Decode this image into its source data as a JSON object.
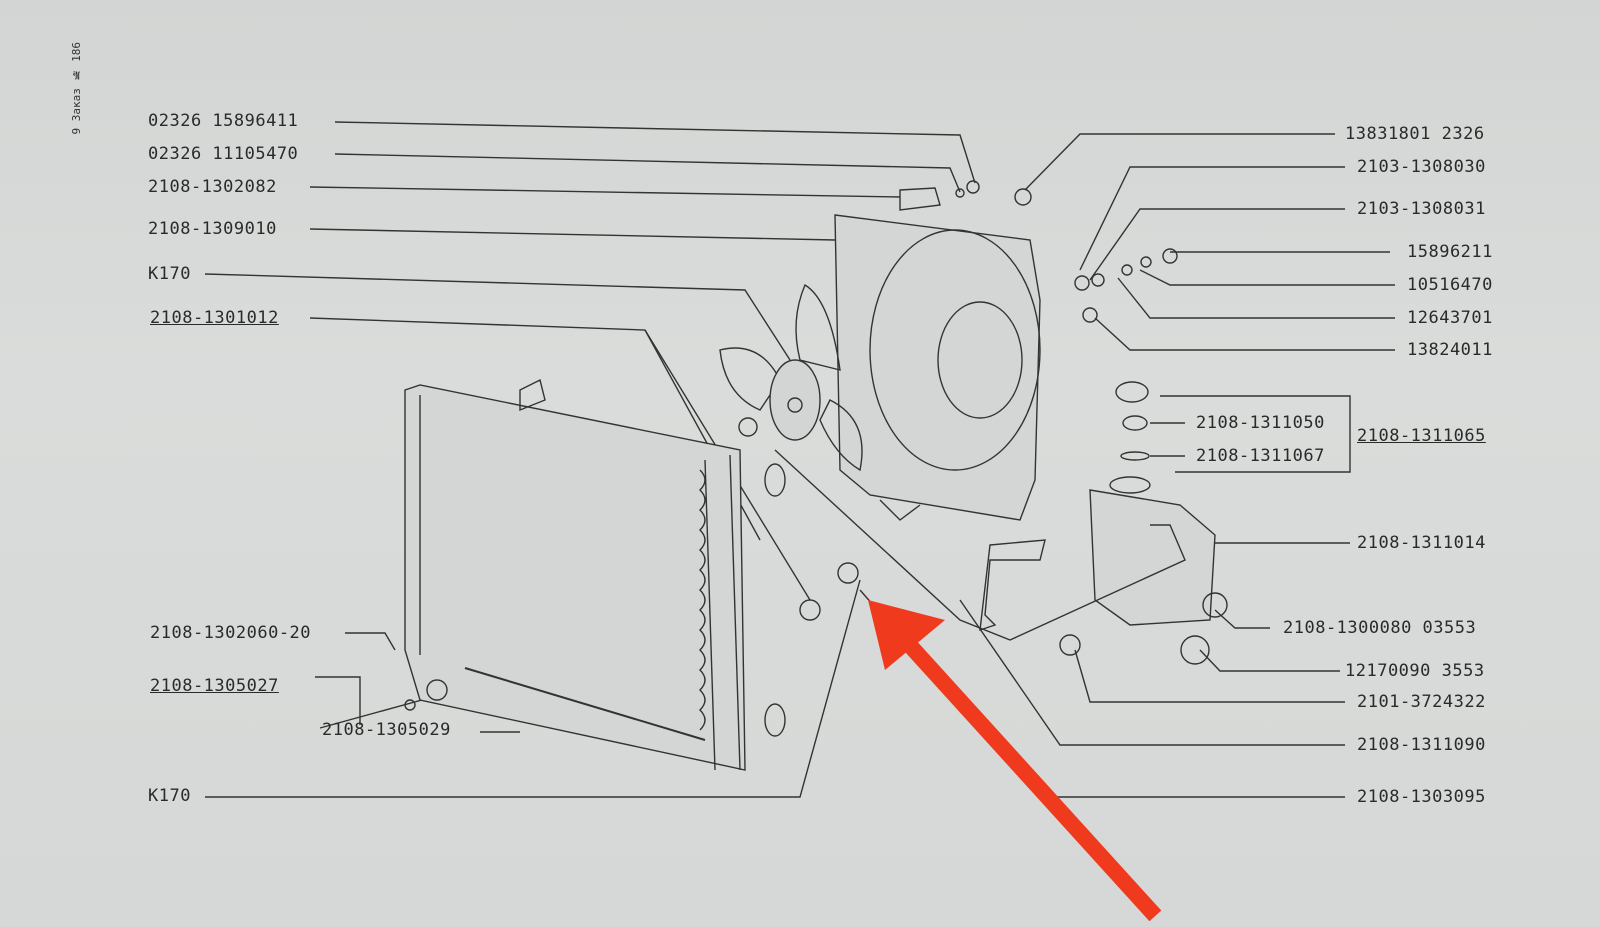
{
  "side_note": "9  Заказ № 186",
  "labels_left": [
    {
      "id": "l1",
      "text": "02326 15896411"
    },
    {
      "id": "l2",
      "text": "02326 11105470"
    },
    {
      "id": "l3",
      "text": "2108-1302082"
    },
    {
      "id": "l4",
      "text": "2108-1309010"
    },
    {
      "id": "l5",
      "text": "К170"
    },
    {
      "id": "l6",
      "text": "2108-1301012"
    },
    {
      "id": "l7",
      "text": "2108-1302060-20"
    },
    {
      "id": "l8",
      "text": "2108-1305027"
    },
    {
      "id": "l9",
      "text": "2108-1305029"
    },
    {
      "id": "l10",
      "text": "К170"
    }
  ],
  "labels_right": [
    {
      "id": "r1",
      "text": "13831801 2326"
    },
    {
      "id": "r2",
      "text": "2103-1308030"
    },
    {
      "id": "r3",
      "text": "2103-1308031"
    },
    {
      "id": "r4",
      "text": "15896211"
    },
    {
      "id": "r5",
      "text": "10516470"
    },
    {
      "id": "r6",
      "text": "12643701"
    },
    {
      "id": "r7",
      "text": "13824011"
    },
    {
      "id": "r8",
      "text": "2108-1311050"
    },
    {
      "id": "r9",
      "text": "2108-1311067"
    },
    {
      "id": "r10",
      "text": "2108-1311065"
    },
    {
      "id": "r11",
      "text": "2108-1311014"
    },
    {
      "id": "r12",
      "text": "2108-1300080 03553"
    },
    {
      "id": "r13",
      "text": "12170090 3553"
    },
    {
      "id": "r14",
      "text": "2101-3724322"
    },
    {
      "id": "r15",
      "text": "2108-1311090"
    },
    {
      "id": "r16",
      "text": "2108-1303095"
    }
  ],
  "colors": {
    "ink": "#2a2a2a",
    "arrow": "#f03a1e",
    "paper": "#d7d9d8"
  }
}
